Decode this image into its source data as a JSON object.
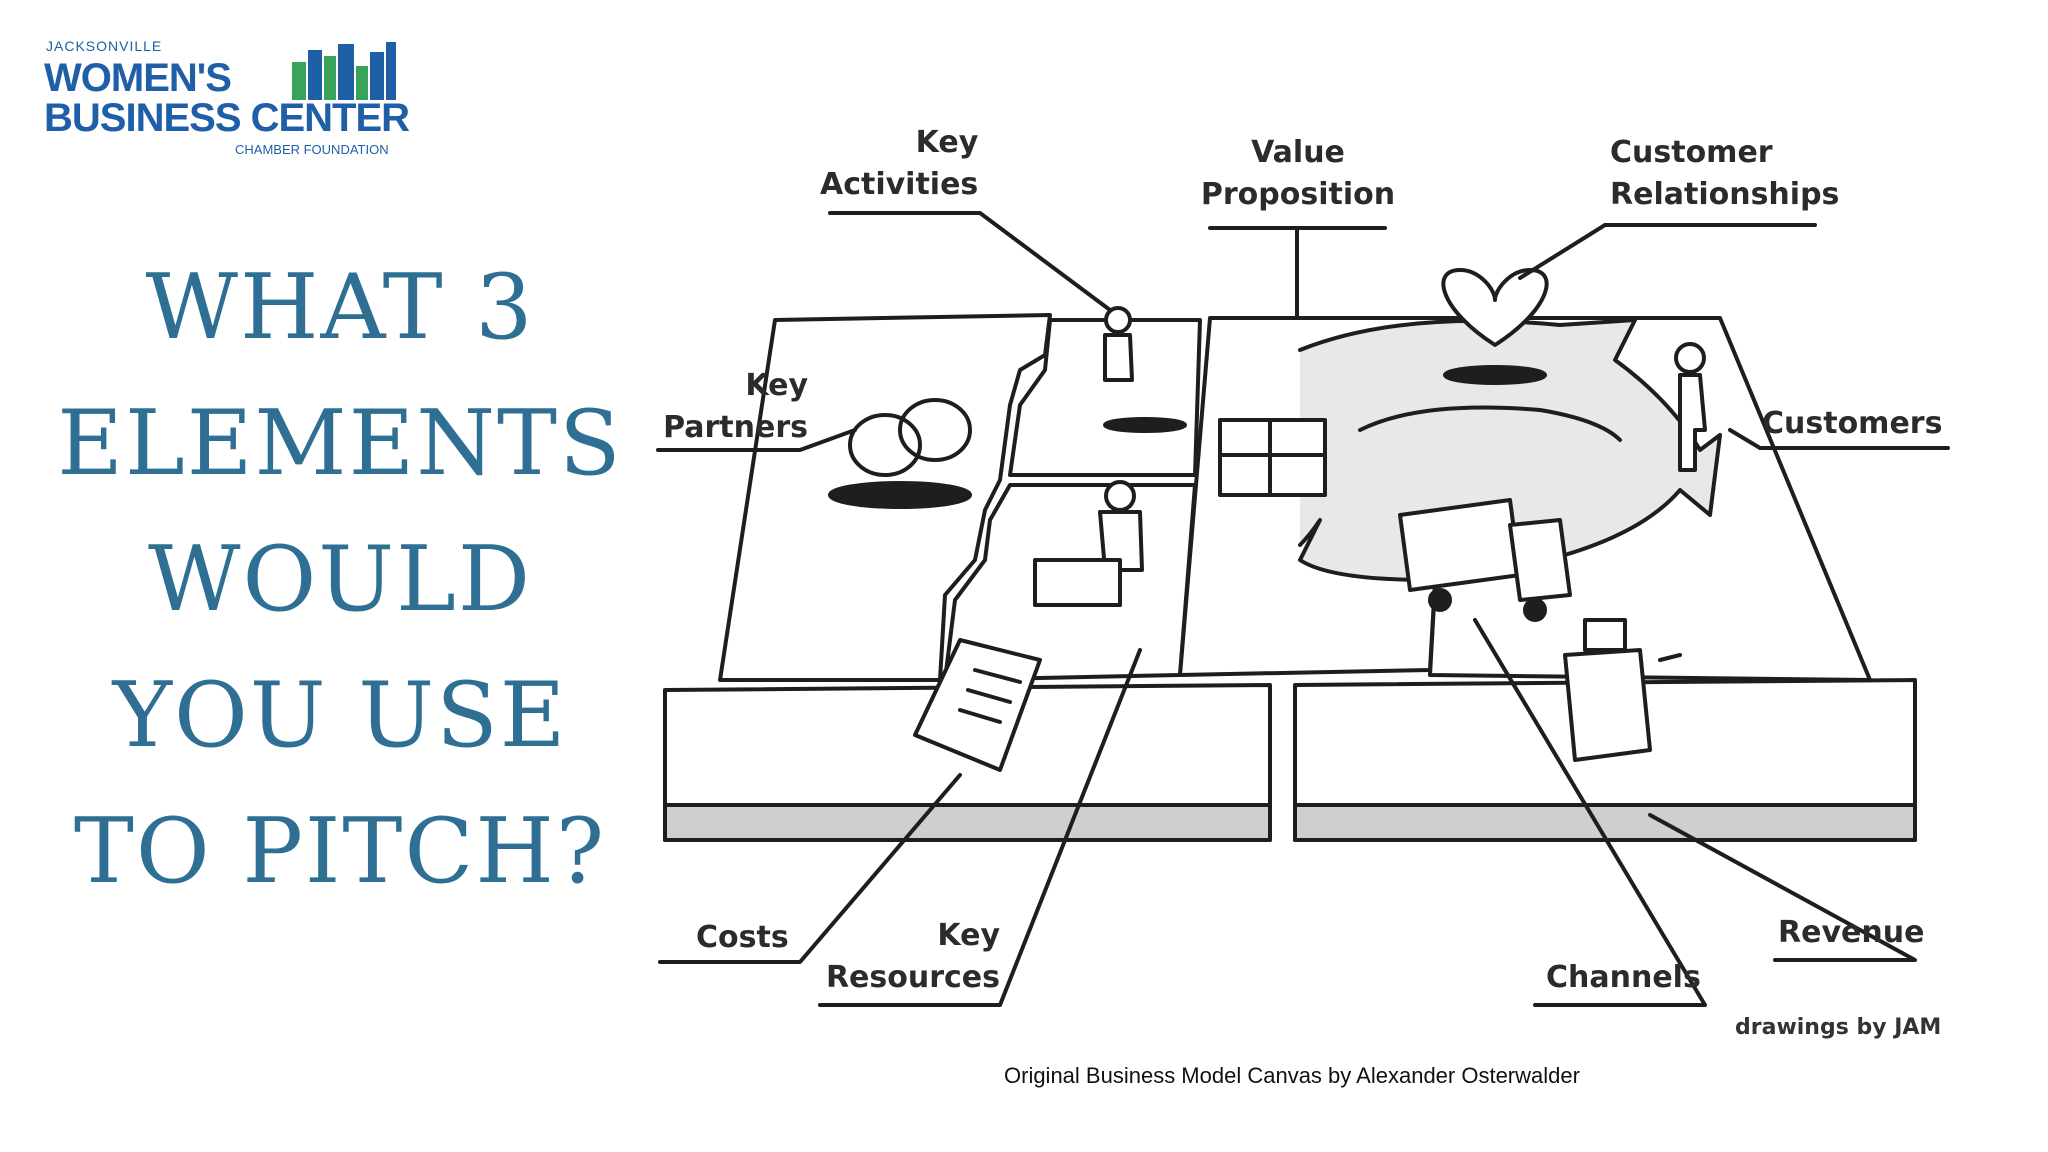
{
  "logo": {
    "top": "JACKSONVILLE",
    "line1": "WOMEN'S",
    "line2": "BUSINESS CENTER",
    "sub": "CHAMBER FOUNDATION",
    "colors": {
      "blue": "#1f5fa8",
      "green": "#3aa35b"
    }
  },
  "headline": {
    "lines": [
      "WHAT 3",
      "ELEMENTS",
      "WOULD",
      "YOU USE",
      "TO PITCH?"
    ],
    "color": "#2f6f93"
  },
  "canvas": {
    "labels": {
      "key_activities_1": "Key",
      "key_activities_2": "Activities",
      "value_proposition_1": "Value",
      "value_proposition_2": "Proposition",
      "customer_relationships_1": "Customer",
      "customer_relationships_2": "Relationships",
      "key_partners_1": "Key",
      "key_partners_2": "Partners",
      "customers": "Customers",
      "costs": "Costs",
      "key_resources_1": "Key",
      "key_resources_2": "Resources",
      "channels": "Channels",
      "revenue": "Revenue"
    },
    "illustrator_credit": "drawings by JAM"
  },
  "credit": "Original Business Model Canvas by Alexander Osterwalder"
}
